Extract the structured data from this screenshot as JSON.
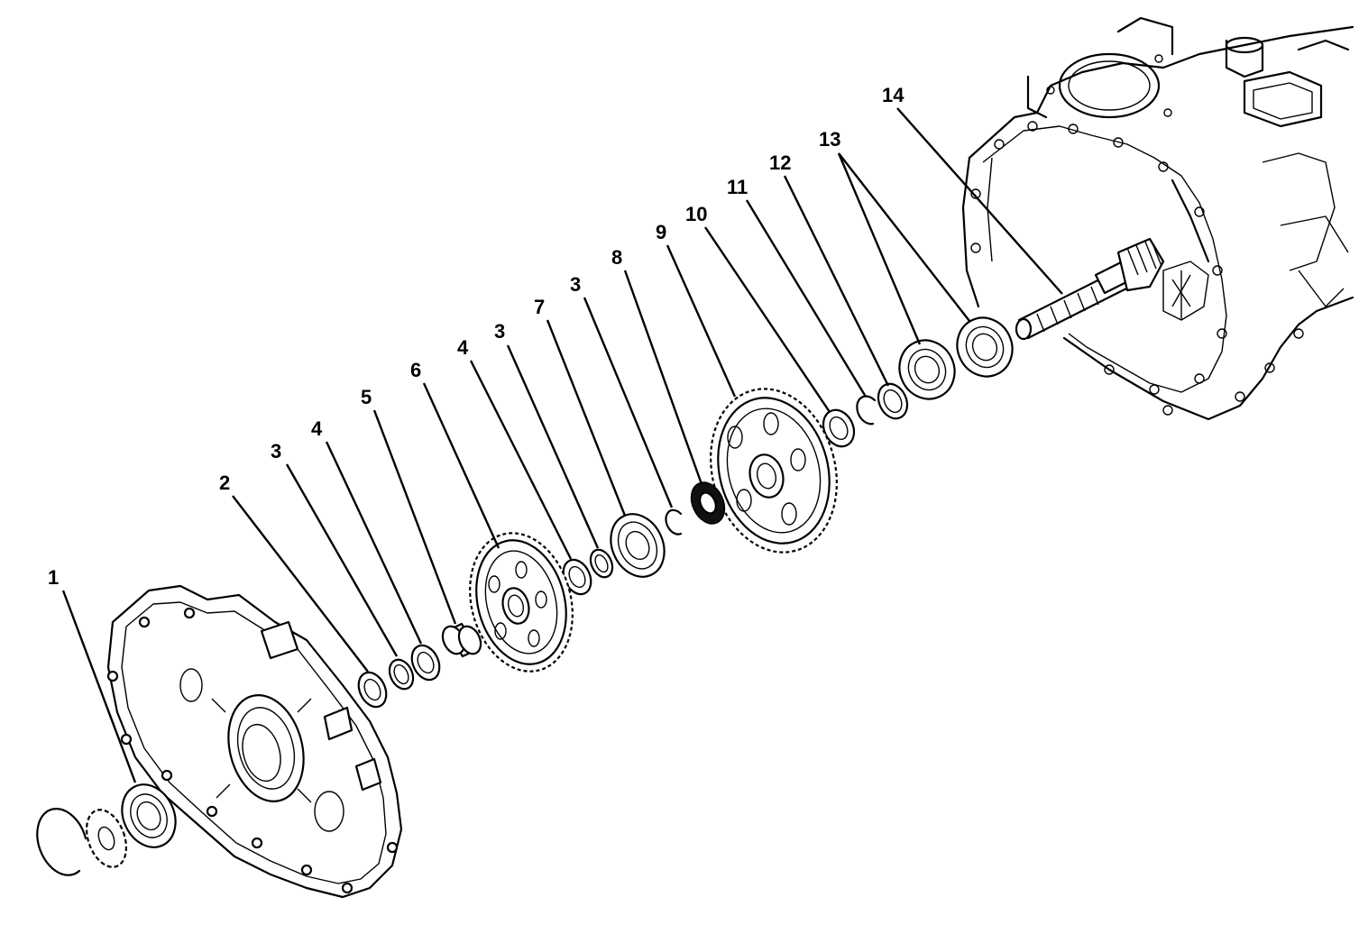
{
  "diagram": {
    "callouts": [
      {
        "id": "c1",
        "label": "1"
      },
      {
        "id": "c2",
        "label": "2"
      },
      {
        "id": "c3a",
        "label": "3"
      },
      {
        "id": "c4a",
        "label": "4"
      },
      {
        "id": "c5",
        "label": "5"
      },
      {
        "id": "c6",
        "label": "6"
      },
      {
        "id": "c4b",
        "label": "4"
      },
      {
        "id": "c3b",
        "label": "3"
      },
      {
        "id": "c7",
        "label": "7"
      },
      {
        "id": "c3c",
        "label": "3"
      },
      {
        "id": "c8",
        "label": "8"
      },
      {
        "id": "c9",
        "label": "9"
      },
      {
        "id": "c10",
        "label": "10"
      },
      {
        "id": "c11",
        "label": "11"
      },
      {
        "id": "c12",
        "label": "12"
      },
      {
        "id": "c13",
        "label": "13"
      },
      {
        "id": "c14",
        "label": "14"
      }
    ]
  }
}
